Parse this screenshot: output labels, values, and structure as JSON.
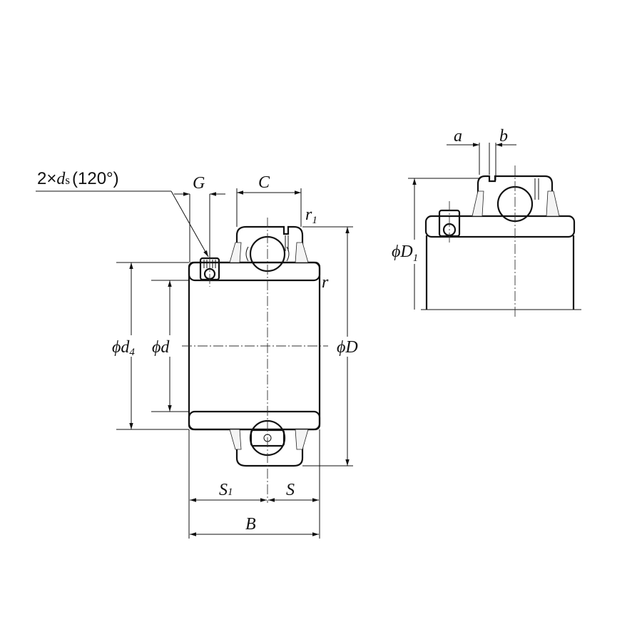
{
  "drawing": {
    "title": "Bearing insert dimension drawing",
    "main_view": {
      "set_screw_label": {
        "prefix": "2×",
        "symbol": "d",
        "subscript": "s",
        "suffix": "(120°)"
      },
      "dimensions": {
        "G": "G",
        "C": "C",
        "r1": {
          "base": "r",
          "sub": "1"
        },
        "r": "r",
        "d4": {
          "phi": "ϕ",
          "base": "d",
          "sub": "4"
        },
        "d": {
          "phi": "ϕ",
          "base": "d"
        },
        "D": {
          "phi": "ϕ",
          "base": "D"
        },
        "S1": {
          "base": "S",
          "sub": "1"
        },
        "S": "S",
        "B": "B"
      }
    },
    "side_view": {
      "dimensions": {
        "a": "a",
        "b": "b",
        "D1": {
          "phi": "ϕ",
          "base": "D",
          "sub": "1"
        }
      }
    }
  }
}
